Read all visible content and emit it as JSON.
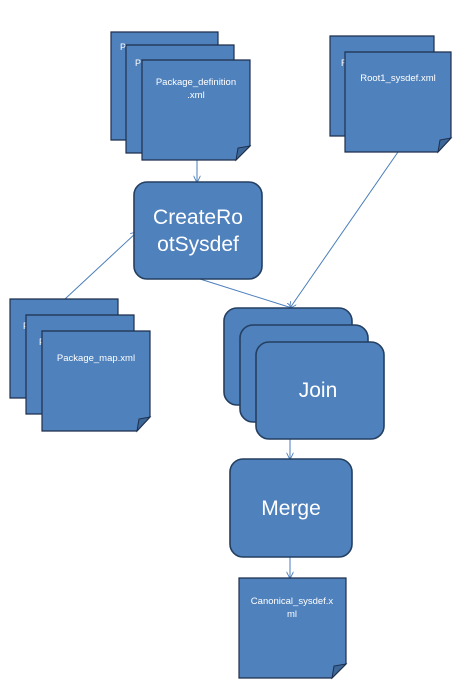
{
  "documents": {
    "package_definition": {
      "stack_back_label": "P",
      "stack_middle_label": "P",
      "label_line1": "Package_definition",
      "label_line2": ".xml"
    },
    "root_sysdef": {
      "stack_back_label": "R",
      "label_line1": "Root1_sysdef.xml"
    },
    "package_map": {
      "stack_back_label": "P",
      "stack_middle_label": "P",
      "label_line1": "Package_map.xml"
    },
    "canonical_sysdef": {
      "label_line1": "Canonical_sysdef.x",
      "label_line2": "ml"
    }
  },
  "processes": {
    "create_root_sysdef": {
      "label_line1": "CreateRo",
      "label_line2": "otSysdef"
    },
    "join": {
      "label": "Join"
    },
    "merge": {
      "label": "Merge"
    }
  },
  "colors": {
    "shape_fill": "#4f81bd",
    "shape_outline": "#1e2f4d",
    "connector": "#4a7ebb",
    "text": "#ffffff"
  }
}
